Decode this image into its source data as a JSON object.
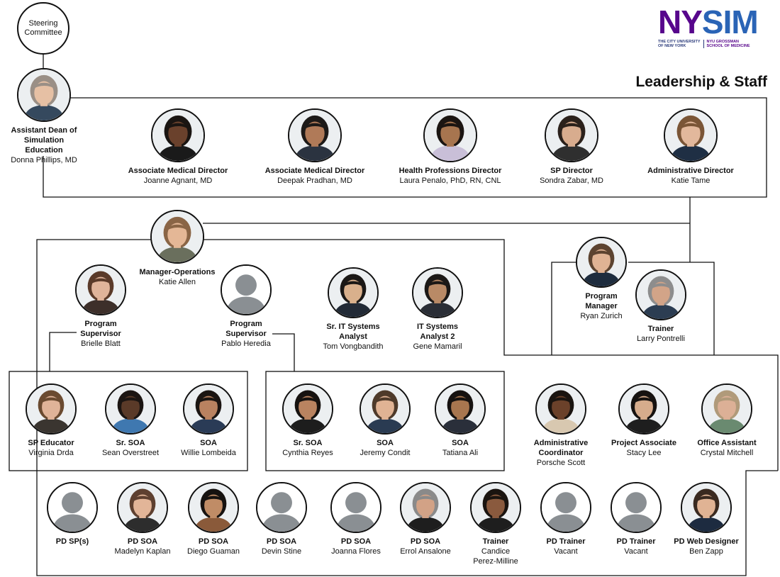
{
  "logo": {
    "part1": "NY",
    "part2": "SIM",
    "sub_left": "THE CITY UNIVERSITY\nOF NEW YORK",
    "sub_right": "NYU GROSSMAN\nSCHOOL OF MEDICINE"
  },
  "heading": "Leadership & Staff",
  "steering": "Steering\nCommittee",
  "colors": {
    "line": "#111111",
    "avatar_bg": "#8a8f93",
    "avatar_fg": "#ffffff",
    "logo_purple": "#57068c",
    "logo_blue": "#2a64b6"
  },
  "people": [
    {
      "title": "Assistant Dean of\nSimulation Education",
      "name": "Donna Phillips, MD",
      "kind": "photo",
      "skin": "#e6c0a4",
      "hair": "#9a8f86",
      "shirt": "#35495e"
    },
    {
      "title": "Associate Medical Director",
      "name": "Joanne Agnant, MD",
      "kind": "photo",
      "skin": "#6a412c",
      "hair": "#1a1512",
      "shirt": "#1a1a1a"
    },
    {
      "title": "Associate Medical Director",
      "name": "Deepak Pradhan, MD",
      "kind": "photo",
      "skin": "#b07a58",
      "hair": "#1d1a18",
      "shirt": "#2b3340"
    },
    {
      "title": "Health Professions Director",
      "name": "Laura Penalo, PhD, RN, CNL",
      "kind": "photo",
      "skin": "#a7754f",
      "hair": "#1b1512",
      "shirt": "#c9bfd8"
    },
    {
      "title": "SP Director",
      "name": "Sondra Zabar, MD",
      "kind": "photo",
      "skin": "#d8ac8e",
      "hair": "#2b211b",
      "shirt": "#2f2f2f"
    },
    {
      "title": "Administrative Director",
      "name": "Katie Tame",
      "kind": "photo",
      "skin": "#e2b89c",
      "hair": "#7a5536",
      "shirt": "#1f2f44"
    },
    {
      "title": "Manager-Operations",
      "name": "Katie Allen",
      "kind": "photo",
      "skin": "#e4b796",
      "hair": "#8a6546",
      "shirt": "#6a6f5d"
    },
    {
      "title": "Program\nSupervisor",
      "name": "Brielle Blatt",
      "kind": "photo",
      "skin": "#e0b49a",
      "hair": "#5a3a29",
      "shirt": "#3d2f2a"
    },
    {
      "title": "Program\nSupervisor",
      "name": "Pablo Heredia",
      "kind": "placeholder"
    },
    {
      "title": "Sr. IT Systems\nAnalyst",
      "name": "Tom Vongbandith",
      "kind": "photo",
      "skin": "#d9b08c",
      "hair": "#1b1816",
      "shirt": "#222a36"
    },
    {
      "title": "IT Systems\nAnalyst 2",
      "name": "Gene Mamaril",
      "kind": "photo",
      "skin": "#b98a66",
      "hair": "#1b1816",
      "shirt": "#2a2e36"
    },
    {
      "title": "Program\nManager",
      "name": "Ryan Zurich",
      "kind": "photo",
      "skin": "#e0b394",
      "hair": "#5c4330",
      "shirt": "#1e2c3e"
    },
    {
      "title": "Trainer",
      "name": "Larry Pontrelli",
      "kind": "photo",
      "skin": "#d2a488",
      "hair": "#8d8d8d",
      "shirt": "#2c3d52"
    },
    {
      "title": "SP Educator",
      "name": "Virginia Drda",
      "kind": "photo",
      "skin": "#e0b398",
      "hair": "#6a4a30",
      "shirt": "#3a3530"
    },
    {
      "title": "Sr. SOA",
      "name": "Sean Overstreet",
      "kind": "photo",
      "skin": "#5a3a28",
      "hair": "#1b1512",
      "shirt": "#3f78b0"
    },
    {
      "title": "SOA",
      "name": "Willie Lombeida",
      "kind": "photo",
      "skin": "#b98260",
      "hair": "#1b1512",
      "shirt": "#2a3b56"
    },
    {
      "title": "Sr. SOA",
      "name": "Cynthia Reyes",
      "kind": "photo",
      "skin": "#b98360",
      "hair": "#161210",
      "shirt": "#1d1d1d"
    },
    {
      "title": "SOA",
      "name": "Jeremy Condit",
      "kind": "photo",
      "skin": "#e0b394",
      "hair": "#4e3a2a",
      "shirt": "#2a3b52"
    },
    {
      "title": "SOA",
      "name": "Tatiana Ali",
      "kind": "photo",
      "skin": "#a8764f",
      "hair": "#161210",
      "shirt": "#2a2f3a"
    },
    {
      "title": "Administrative\nCoordinator",
      "name": "Porsche Scott",
      "kind": "photo",
      "skin": "#6b412a",
      "hair": "#1a1410",
      "shirt": "#d8c8b0"
    },
    {
      "title": "Project Associate",
      "name": "Stacy Lee",
      "kind": "photo",
      "skin": "#d6ac8c",
      "hair": "#161210",
      "shirt": "#1e1e1e"
    },
    {
      "title": "Office Assistant",
      "name": "Crystal Mitchell",
      "kind": "photo",
      "skin": "#dcb096",
      "hair": "#b09a7a",
      "shirt": "#6a8a70"
    },
    {
      "title": "PD SP(s)",
      "name": "",
      "kind": "placeholder"
    },
    {
      "title": "PD SOA",
      "name": "Madelyn Kaplan",
      "kind": "photo",
      "skin": "#e2b598",
      "hair": "#5e4030",
      "shirt": "#2d2d2d"
    },
    {
      "title": "PD SOA",
      "name": "Diego Guaman",
      "kind": "photo",
      "skin": "#c08c66",
      "hair": "#161210",
      "shirt": "#8a5a3a"
    },
    {
      "title": "PD SOA",
      "name": "Devin Stine",
      "kind": "placeholder"
    },
    {
      "title": "PD SOA",
      "name": "Joanna Flores",
      "kind": "placeholder"
    },
    {
      "title": "PD SOA",
      "name": "Errol Ansalone",
      "kind": "photo",
      "skin": "#d2a286",
      "hair": "#8a8a8a",
      "shirt": "#1e1e1e"
    },
    {
      "title": "Trainer",
      "name": "Candice\nPerez-Milline",
      "kind": "photo",
      "skin": "#8a5a3e",
      "hair": "#1a1410",
      "shirt": "#1e1e1e"
    },
    {
      "title": "PD Trainer",
      "name": "Vacant",
      "kind": "placeholder"
    },
    {
      "title": "PD Trainer",
      "name": "Vacant",
      "kind": "placeholder"
    },
    {
      "title": "PD Web Designer",
      "name": "Ben Zapp",
      "kind": "photo",
      "skin": "#e0b394",
      "hair": "#3a2a20",
      "shirt": "#1d2b40"
    }
  ]
}
